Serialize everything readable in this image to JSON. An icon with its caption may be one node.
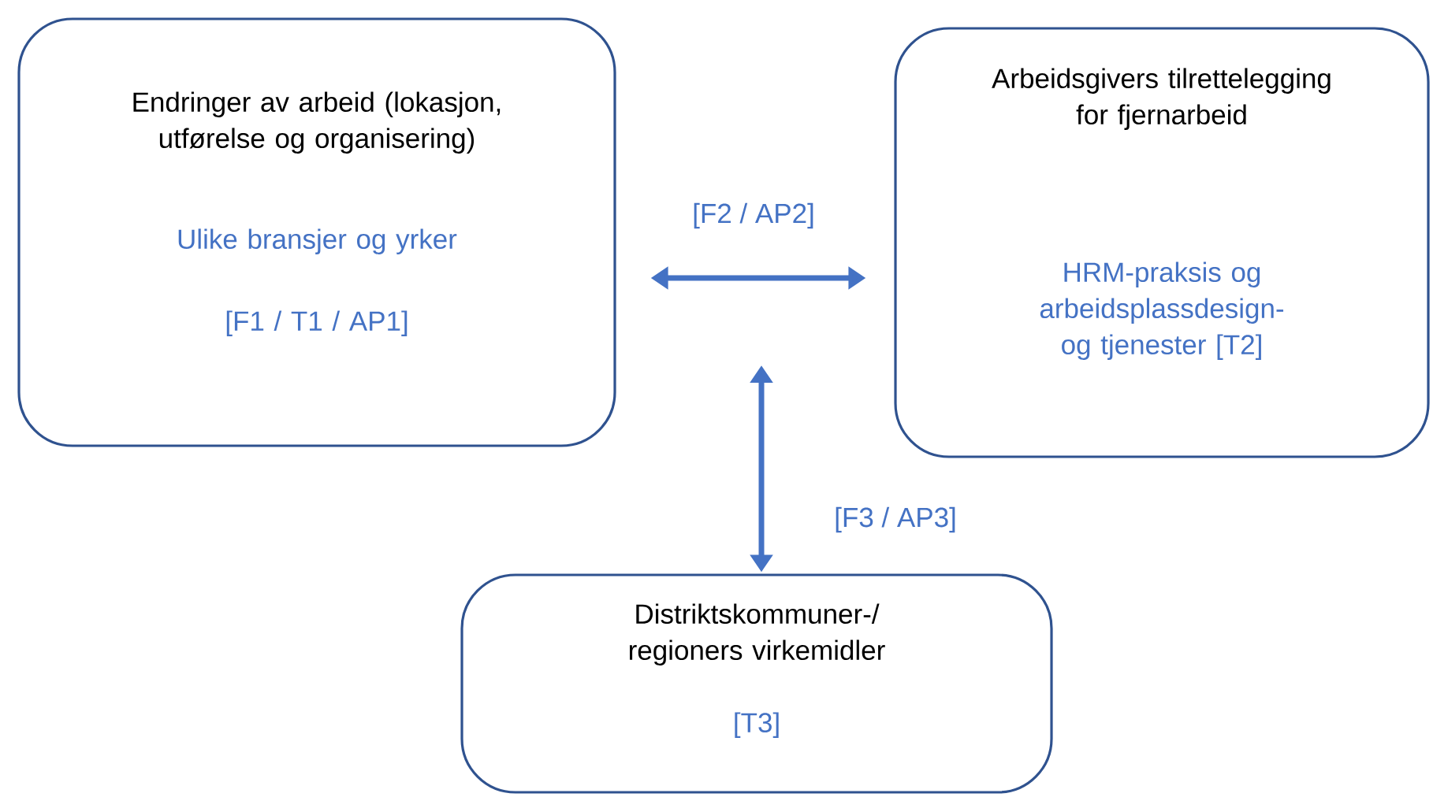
{
  "diagram": {
    "nodes": [
      {
        "text": [
          "Endringer av arbeid (lokasjon, utførelse og organisering)",
          "Ulike bransjer og yrker",
          "[F1 / T1 / AP1]"
        ]
      },
      {
        "text": [
          "Arbeidsgivers tilrettelegging for fjernarbeid",
          "HRM-praksis og arbeidsplassdesign- og tjenester [T2]"
        ]
      },
      {
        "text": [
          "Distriktskommuner-/ regioners virkemidler",
          "[T3]"
        ]
      }
    ],
    "edges": [
      {
        "from": 0,
        "to": 1,
        "arrow": "both",
        "label": "[F2 / AP2]"
      },
      {
        "from": null,
        "to": 2,
        "arrow": "both",
        "label": "[F3 / AP3]"
      }
    ]
  }
}
